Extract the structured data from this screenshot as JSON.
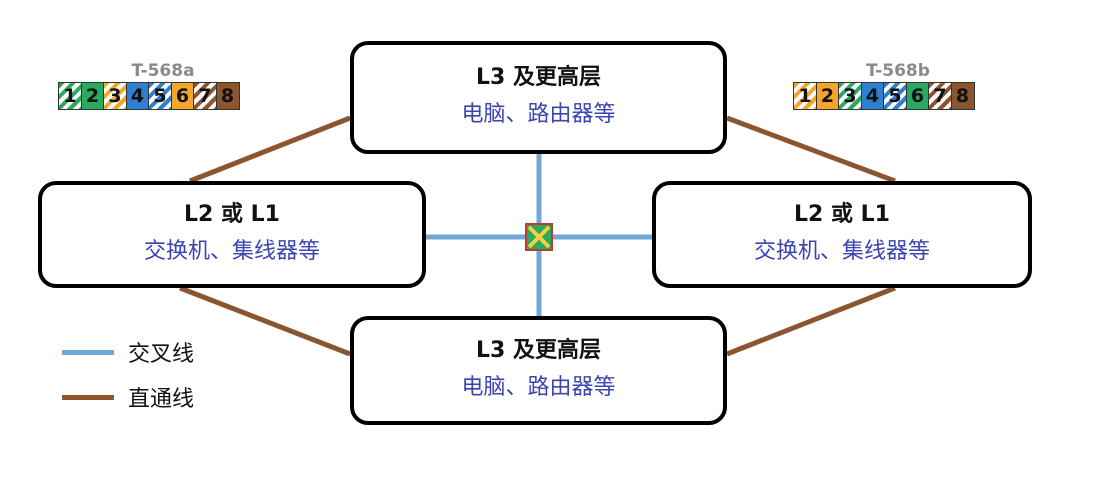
{
  "colors": {
    "crossover": "#72a7d6",
    "straight": "#8b5530",
    "text_blue": "#3b44b0"
  },
  "nodes": {
    "top": {
      "title": "L3 及更高层",
      "subtitle": "电脑、路由器等"
    },
    "left": {
      "title": "L2 或 L1",
      "subtitle": "交换机、集线器等"
    },
    "right": {
      "title": "L2 或 L1",
      "subtitle": "交换机、集线器等"
    },
    "bottom": {
      "title": "L3 及更高层",
      "subtitle": "电脑、路由器等"
    }
  },
  "standards": [
    {
      "title": "T-568a",
      "pins": [
        {
          "n": "1",
          "color": "#2aa960",
          "striped": true
        },
        {
          "n": "2",
          "color": "#2aa960",
          "striped": false
        },
        {
          "n": "3",
          "color": "#f4a62a",
          "striped": true
        },
        {
          "n": "4",
          "color": "#2f7fd0",
          "striped": false
        },
        {
          "n": "5",
          "color": "#2f7fd0",
          "striped": true
        },
        {
          "n": "6",
          "color": "#f4a62a",
          "striped": false
        },
        {
          "n": "7",
          "color": "#8b5530",
          "striped": true
        },
        {
          "n": "8",
          "color": "#8b5530",
          "striped": false
        }
      ]
    },
    {
      "title": "T-568b",
      "pins": [
        {
          "n": "1",
          "color": "#f4a62a",
          "striped": true
        },
        {
          "n": "2",
          "color": "#f4a62a",
          "striped": false
        },
        {
          "n": "3",
          "color": "#2aa960",
          "striped": true
        },
        {
          "n": "4",
          "color": "#2f7fd0",
          "striped": false
        },
        {
          "n": "5",
          "color": "#2f7fd0",
          "striped": true
        },
        {
          "n": "6",
          "color": "#2aa960",
          "striped": false
        },
        {
          "n": "7",
          "color": "#8b5530",
          "striped": true
        },
        {
          "n": "8",
          "color": "#8b5530",
          "striped": false
        }
      ]
    }
  ],
  "legend": {
    "crossover": "交叉线",
    "straight": "直通线"
  }
}
